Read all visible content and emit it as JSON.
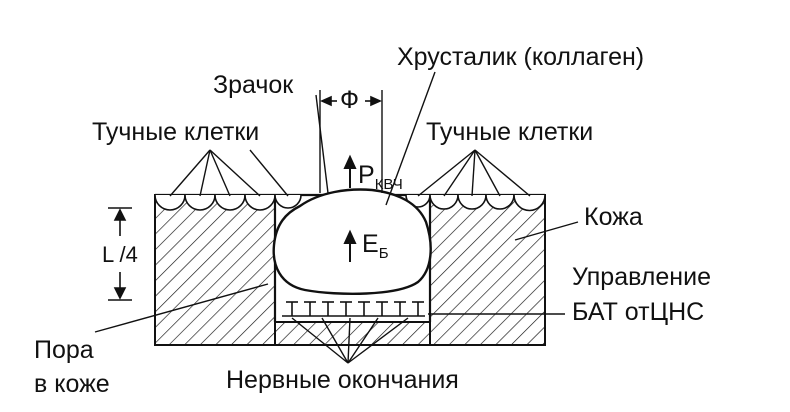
{
  "labels": {
    "lens": "Хрусталик (коллаген)",
    "pupil": "Зрачок",
    "phi": "Ф",
    "mast_left": "Тучные клетки",
    "mast_right": "Тучные клетки",
    "p_main": "P",
    "p_sub": "КВЧ",
    "e_main": "E",
    "e_sub": "Б",
    "dimension": "L /4",
    "skin": "Кожа",
    "control_line1": "Управление",
    "control_line2": "БАТ отЦНС",
    "pore_line1": "Пора",
    "pore_line2": "в коже",
    "nerves": "Нервные окончания"
  },
  "colors": {
    "ink": "#111111",
    "background": "#ffffff"
  }
}
